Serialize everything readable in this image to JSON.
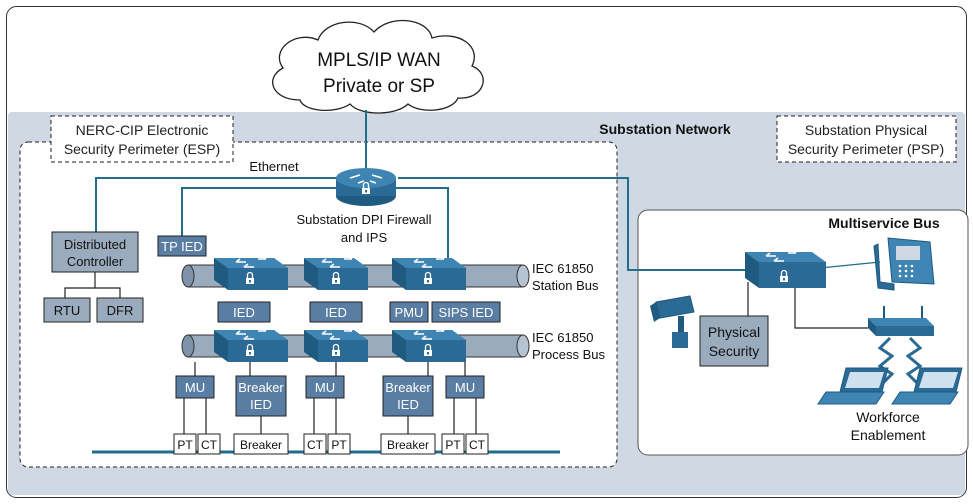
{
  "cloud": {
    "line1": "MPLS/IP WAN",
    "line2": "Private or SP"
  },
  "zones": {
    "substation_network": "Substation Network",
    "esp_line1": "NERC-CIP Electronic",
    "esp_line2": "Security Perimeter (ESP)",
    "psp_line1": "Substation Physical",
    "psp_line2": "Security Perimeter (PSP)",
    "multiservice_bus": "Multiservice Bus"
  },
  "ethernet_label": "Ethernet",
  "firewall": {
    "line1": "Substation DPI Firewall",
    "line2": "and IPS"
  },
  "controller": {
    "line1": "Distributed",
    "line2": "Controller"
  },
  "devices": {
    "tp_ied": "TP IED",
    "rtu": "RTU",
    "dfr": "DFR",
    "ied": "IED",
    "pmu": "PMU",
    "sips_ied": "SIPS IED",
    "mu": "MU",
    "breaker_ied_line1": "Breaker",
    "breaker_ied_line2": "IED",
    "pt": "PT",
    "ct": "CT",
    "breaker": "Breaker"
  },
  "buses": {
    "station_line1": "IEC 61850",
    "station_line2": "Station Bus",
    "process_line1": "IEC 61850",
    "process_line2": "Process Bus"
  },
  "physical_security": {
    "line1": "Physical",
    "line2": "Security"
  },
  "workforce": {
    "line1": "Workforce",
    "line2": "Enablement"
  },
  "colors": {
    "teal": "#1f6e8c",
    "network_bg": "#cfd8e3",
    "box_fill": "#9aabbd",
    "switch_fill": "#2a6a94",
    "white": "#ffffff"
  }
}
